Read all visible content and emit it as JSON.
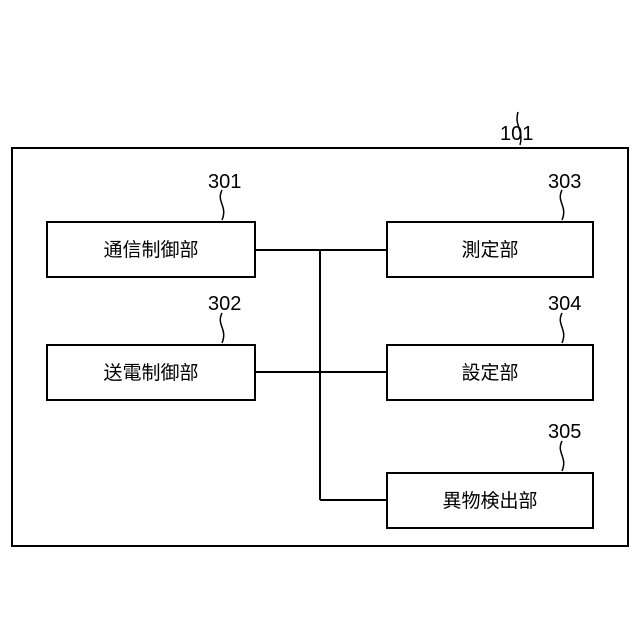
{
  "diagram": {
    "device": {
      "ref": "101"
    },
    "blocks": [
      {
        "ref": "301",
        "label": "通信制御部"
      },
      {
        "ref": "302",
        "label": "送電制御部"
      },
      {
        "ref": "303",
        "label": "測定部"
      },
      {
        "ref": "304",
        "label": "設定部"
      },
      {
        "ref": "305",
        "label": "異物検出部"
      }
    ]
  }
}
